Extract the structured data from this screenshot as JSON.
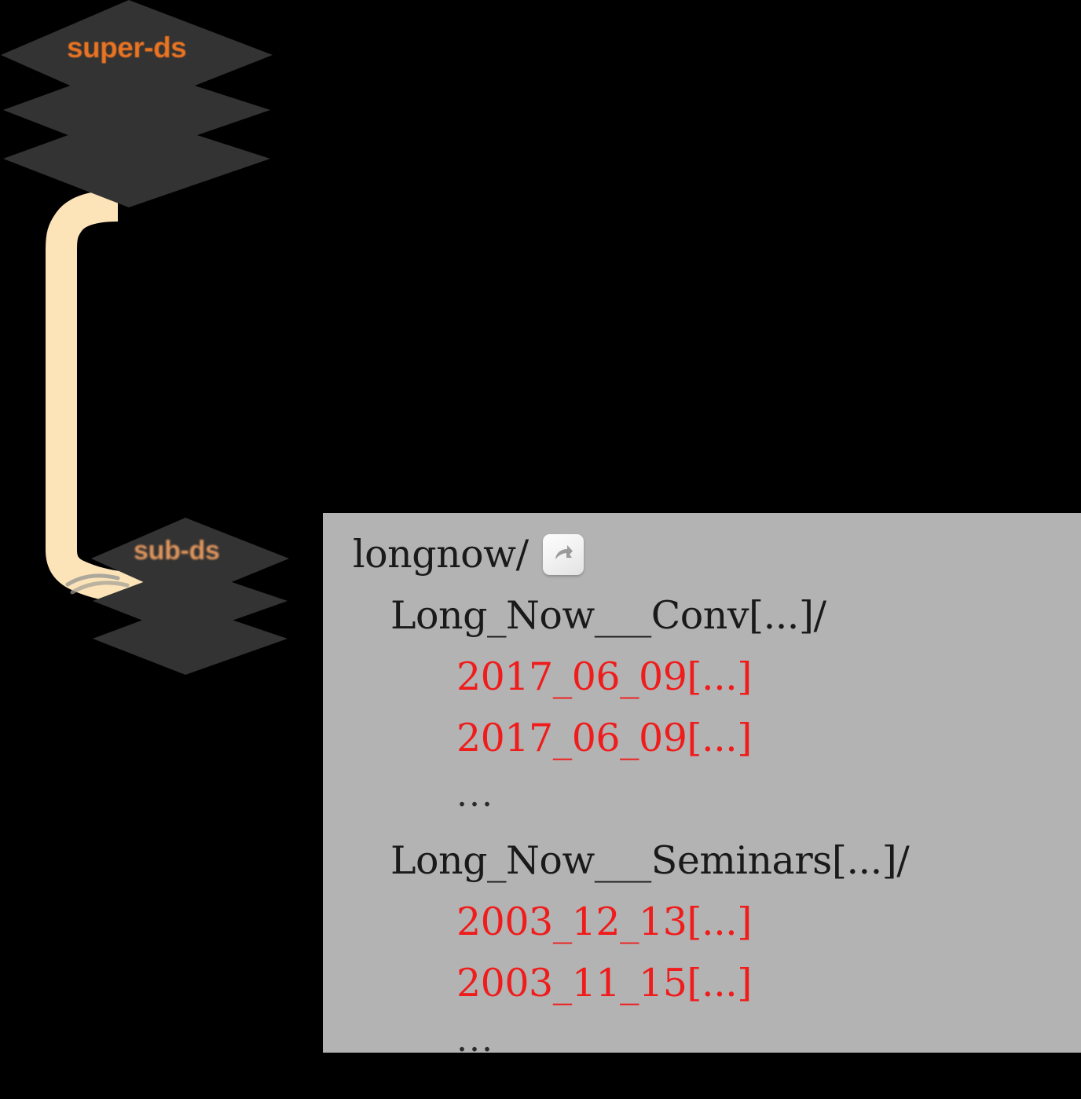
{
  "figure": {
    "background_color": "#000000"
  },
  "nodes": {
    "super_dataset": {
      "label": "super-ds",
      "label_color": "#ea7422",
      "stack_color": "#333333",
      "layers": 3
    },
    "sub_dataset": {
      "label": "sub-ds",
      "label_color": "#e0965e",
      "stack_color": "#333333",
      "layers": 3
    }
  },
  "connector": {
    "color": "#fce3b8",
    "from": "super-ds",
    "to": "sub-ds"
  },
  "tree_panel": {
    "background_color": "#b3b3b3",
    "dark_text_color": "#1a1a1a",
    "red_text_color": "#f01c1c",
    "rows": [
      {
        "text": "longnow/",
        "level": 0,
        "color": "dark",
        "icon": "redo-arrow-icon"
      },
      {
        "text": "Long_Now___Conv[...]/",
        "level": 1,
        "color": "dark"
      },
      {
        "text": "2017_06_09[...]",
        "level": 2,
        "color": "red"
      },
      {
        "text": "2017_06_09[...]",
        "level": 2,
        "color": "red"
      },
      {
        "text": "...",
        "level": 2,
        "color": "dark",
        "ellipsis": true
      },
      {
        "text": "Long_Now___Seminars[...]/",
        "level": 1,
        "color": "dark"
      },
      {
        "text": "2003_12_13[...]",
        "level": 2,
        "color": "red"
      },
      {
        "text": "2003_11_15[...]",
        "level": 2,
        "color": "red"
      },
      {
        "text": "...",
        "level": 2,
        "color": "dark",
        "ellipsis": true
      }
    ]
  },
  "icons": {
    "redo_arrow": "redo-arrow-icon"
  }
}
